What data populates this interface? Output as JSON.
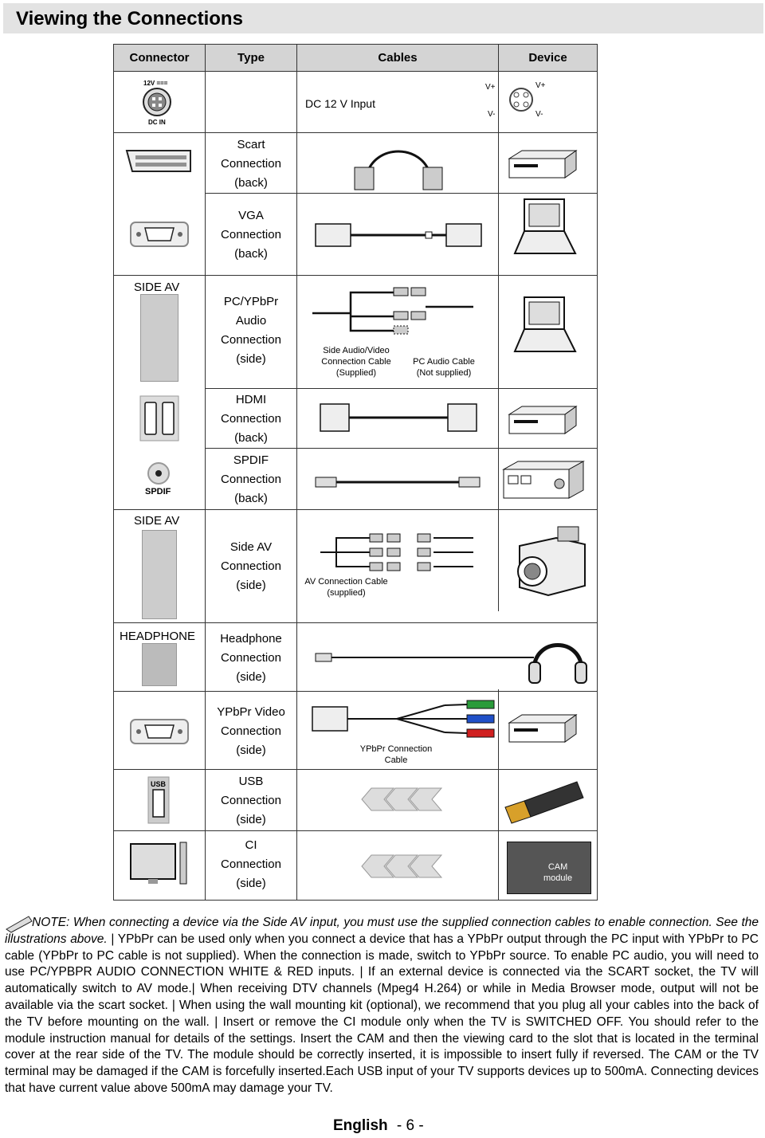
{
  "page": {
    "title": "Viewing the Connections",
    "footer_language": "English",
    "footer_page": "- 6 -"
  },
  "table": {
    "headers": {
      "connector": "Connector",
      "type": "Type",
      "cables": "Cables",
      "device": "Device"
    },
    "dc": {
      "socket_label_top": "12V ===",
      "socket_label_bottom": "DC IN",
      "type": "DC 12 V Input",
      "pins": [
        "V+",
        "V+",
        "V-",
        "V-"
      ]
    },
    "rows": [
      {
        "id": "scart",
        "type_lines": [
          "Scart",
          "Connection",
          "(back)"
        ]
      },
      {
        "id": "vga",
        "type_lines": [
          "VGA",
          "Connection",
          "(back)"
        ]
      },
      {
        "id": "pc-audio",
        "connector_label": "SIDE AV",
        "type_lines": [
          "PC/YPbPr",
          "Audio",
          "Connection",
          "(side)"
        ],
        "cable_captions": [
          "Side Audio/Video\nConnection Cable\n(Supplied)",
          "PC Audio Cable\n(Not supplied)"
        ]
      },
      {
        "id": "hdmi",
        "type_lines": [
          "HDMI",
          "Connection",
          "(back)"
        ]
      },
      {
        "id": "spdif",
        "connector_label": "SPDIF",
        "type_lines": [
          "SPDIF",
          "Connection",
          "(back)"
        ]
      },
      {
        "id": "side-av",
        "connector_label": "SIDE AV",
        "type_lines": [
          "Side AV",
          "Connection",
          "(side)"
        ],
        "cable_captions": [
          "AV Connection Cable\n(supplied)"
        ]
      },
      {
        "id": "headphone",
        "connector_label": "HEADPHONE",
        "type_lines": [
          "Headphone",
          "Connection",
          "(side)"
        ]
      },
      {
        "id": "ypbpr",
        "type_lines": [
          "YPbPr Video",
          "Connection",
          "(side)"
        ],
        "cable_captions": [
          "YPbPr Connection\nCable"
        ]
      },
      {
        "id": "usb",
        "connector_label": "USB",
        "type_lines": [
          "USB",
          "Connection",
          "(side)"
        ]
      },
      {
        "id": "ci",
        "type_lines": [
          "CI",
          "Connection",
          "(side)"
        ],
        "device_label": "CAM\nmodule"
      }
    ]
  },
  "note": {
    "lead": "NOTE: When connecting a device via the Side AV input, you must use the supplied connection cables to enable connection. See the illustrations above.",
    "body": " | YPbPr can be used only when you connect a device that has a YPbPr output through the PC input with YPbPr to PC cable (YPbPr to PC cable is not supplied). When the connection is made, switch to YPbPr source. To enable PC audio, you will need to use PC/YPBPR AUDIO CONNECTION WHITE & RED inputs. | If an external device is connected via the SCART socket, the TV will automatically switch to AV mode.| When receiving DTV channels (Mpeg4 H.264) or while in Media Browser mode, output will not be available via the scart socket. | When using the wall mounting kit (optional), we recommend that you plug all your cables into the back of the TV before mounting on the wall. | Insert or remove the CI module only when the TV is SWITCHED OFF. You should refer to the module instruction manual for details of the settings. Insert the CAM and then the viewing card to the slot that is located in the terminal cover at the rear side of the TV. The module should be correctly inserted, it is impossible to insert fully if reversed. The CAM or the TV terminal may be damaged if the CAM is forcefully inserted.Each USB input of your TV supports devices up to 500mA. Connecting devices that have current value above 500mA may damage your TV."
  },
  "icons": [
    "pencil-icon",
    "dc-socket-icon",
    "scart-icon",
    "vga-icon",
    "hdmi-icon",
    "rca-icon",
    "usb-icon",
    "laptop-icon",
    "dvd-player-icon",
    "amplifier-icon",
    "camcorder-icon",
    "headphones-icon",
    "usb-stick-icon",
    "cam-module-icon",
    "tv-icon"
  ]
}
